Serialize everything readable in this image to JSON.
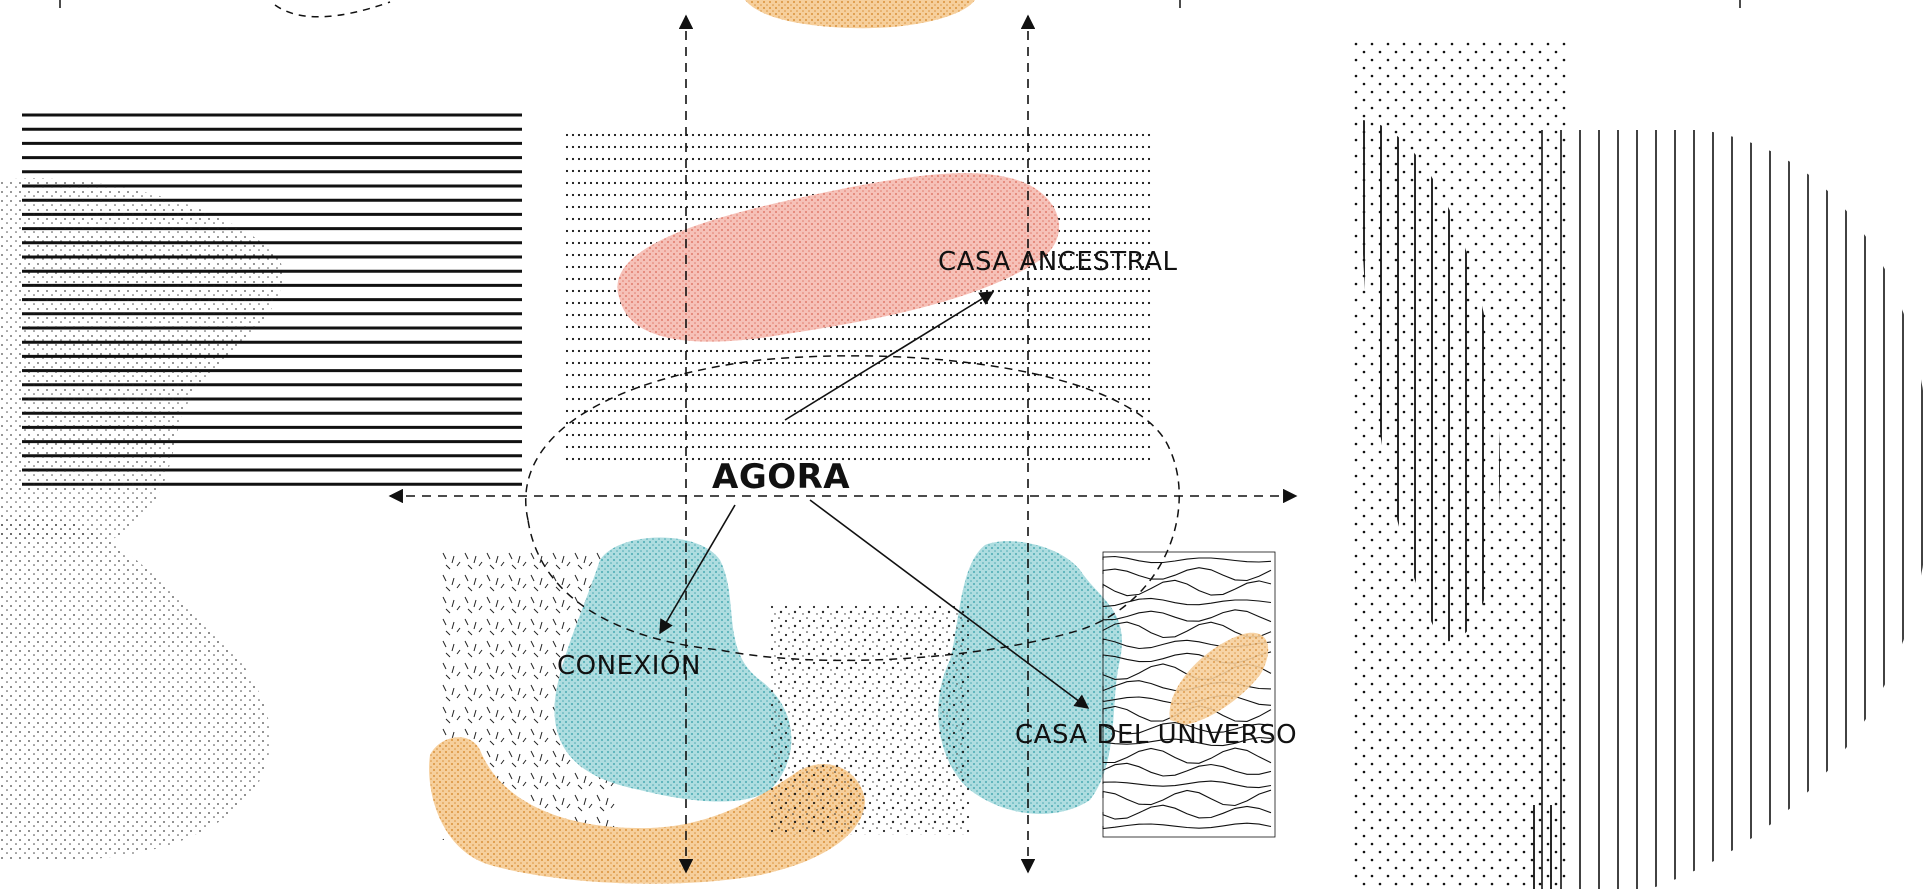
{
  "diagram": {
    "center_label": "AGORA",
    "nodes": [
      {
        "id": "ancestral",
        "label": "CASA ANCESTRAL"
      },
      {
        "id": "conexion",
        "label": "CONEXIÓN"
      },
      {
        "id": "universo",
        "label": "CASA DEL UNIVERSO"
      }
    ],
    "colors": {
      "ink": "#111111",
      "pink": "#f2a69a",
      "teal": "#7cc6cc",
      "orange": "#f0b36b"
    }
  }
}
